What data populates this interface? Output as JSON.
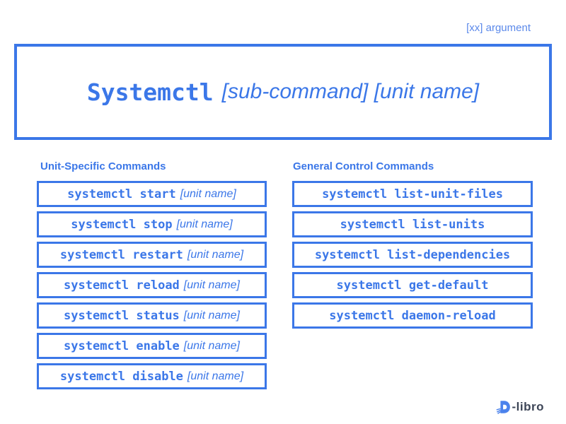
{
  "annotation": {
    "label": "[xx] argument"
  },
  "title": {
    "command": "Systemctl",
    "arguments": "[sub-command] [unit name]"
  },
  "columns": [
    {
      "heading": "Unit-Specific Commands",
      "commands": [
        {
          "cmd": "systemctl start",
          "arg": "[unit name]"
        },
        {
          "cmd": "systemctl stop",
          "arg": "[unit name]"
        },
        {
          "cmd": "systemctl restart",
          "arg": "[unit name]"
        },
        {
          "cmd": "systemctl reload",
          "arg": "[unit name]"
        },
        {
          "cmd": "systemctl status",
          "arg": "[unit name]"
        },
        {
          "cmd": "systemctl enable",
          "arg": "[unit name]"
        },
        {
          "cmd": "systemctl disable",
          "arg": "[unit name]"
        }
      ]
    },
    {
      "heading": "General Control Commands",
      "commands": [
        {
          "cmd": "systemctl list-unit-files",
          "arg": ""
        },
        {
          "cmd": "systemctl list-units",
          "arg": ""
        },
        {
          "cmd": "systemctl list-dependencies",
          "arg": ""
        },
        {
          "cmd": "systemctl get-default",
          "arg": ""
        },
        {
          "cmd": "systemctl daemon-reload",
          "arg": ""
        }
      ]
    }
  ],
  "logo": {
    "icon": "d-libro-book-icon",
    "text": "-libro"
  },
  "colors": {
    "primary": "#3B77E8",
    "annotation": "#5B89EA",
    "logo_text": "#3D4557"
  }
}
